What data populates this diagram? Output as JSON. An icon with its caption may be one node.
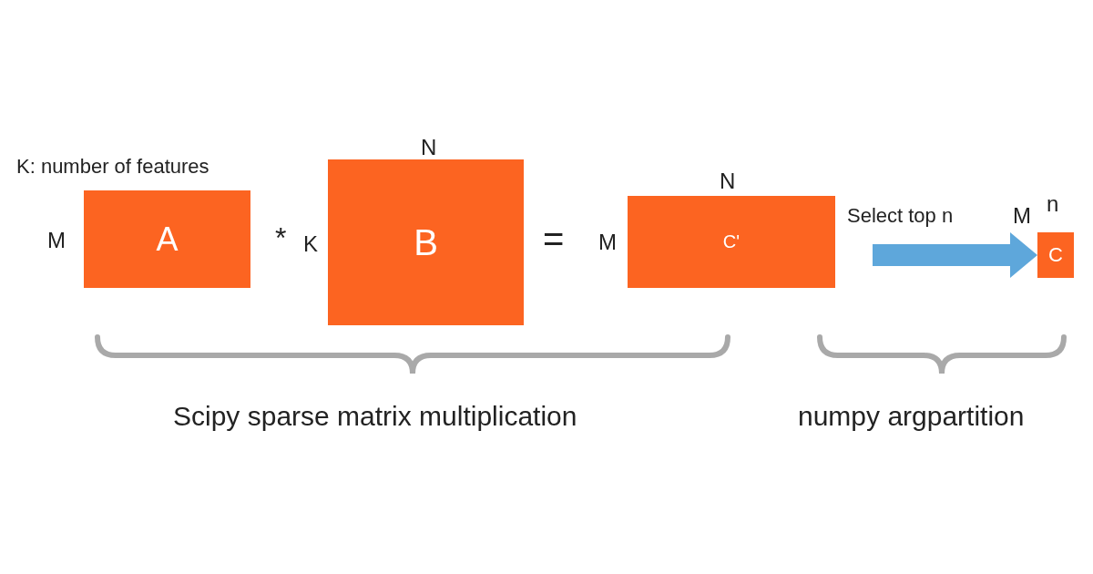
{
  "diagram": {
    "nodes": [
      {
        "text": [
          "A"
        ],
        "beside": [
          "M"
        ]
      },
      {
        "text": [
          "B"
        ],
        "beside": [
          "N",
          "K"
        ]
      },
      {
        "text": [
          "C'"
        ],
        "beside": [
          "N",
          "M"
        ]
      },
      {
        "text": [
          "C"
        ],
        "beside": [
          "n",
          "M"
        ]
      }
    ],
    "edges": [
      {
        "from": 2,
        "to": 3,
        "arrow": "to",
        "label": "Select top n"
      }
    ],
    "labels": [
      "K: number of features",
      "*",
      "=",
      "Scipy sparse matrix multiplication",
      "numpy argpartition"
    ]
  }
}
